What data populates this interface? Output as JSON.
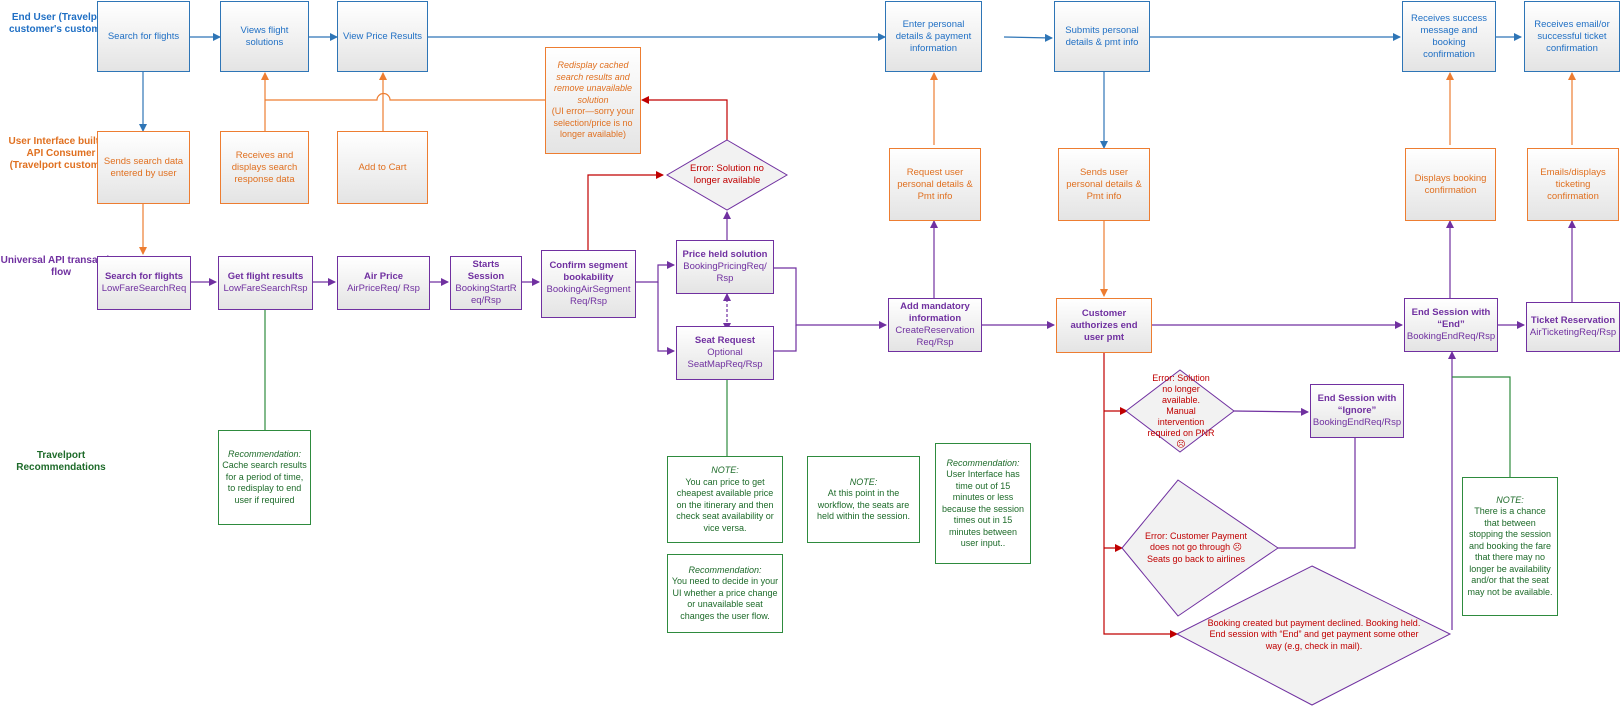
{
  "lanes": {
    "end_user": "End User (Travelport customer's customer)",
    "ui": "User Interface built by API Consumer (Travelport customer)",
    "uapi": "Universal API transaction flow",
    "recs": "Travelport Recommendations"
  },
  "end_user_steps": {
    "search": "Search for flights",
    "views": "Views flight solutions",
    "view_price": "View Price Results",
    "enter": "Enter personal details & payment information",
    "submits": "Submits personal details & pmt info",
    "receives_success": "Receives success message and booking confirmation",
    "receives_email": "Receives email/or successful ticket confirmation"
  },
  "ui_steps": {
    "sends_search": "Sends search data entered by user",
    "receives_displays": "Receives and displays search response data",
    "add_cart": "Add to Cart",
    "redisplay_italic": "Redisplay cached search results and remove unavailable solution",
    "redisplay_normal": "(UI error—sorry your selection/price is no longer available)",
    "request_user": "Request user personal details & Pmt info",
    "sends_user": "Sends user personal details & Pmt info",
    "displays_booking": "Displays booking confirmation",
    "emails_displays": "Emails/displays ticketing confirmation"
  },
  "api_steps": {
    "search_title": "Search for flights",
    "search_sub": "LowFareSearchReq",
    "get_title": "Get flight results",
    "get_sub": "LowFareSearchRsp",
    "air_title": "Air Price",
    "air_sub": "AirPriceReq/ Rsp",
    "start_title": "Starts Session",
    "start_sub": "BookingStartR eq/Rsp",
    "confirm_title": "Confirm segment bookability",
    "confirm_sub": "BookingAirSegment Req/Rsp",
    "held_title": "Price held solution",
    "held_sub": "BookingPricingReq/ Rsp",
    "seat_title": "Seat Request",
    "seat_opt": "Optional",
    "seat_sub": "SeatMapReq/Rsp",
    "add_title": "Add mandatory information",
    "add_sub": "CreateReservation Req/Rsp",
    "cust_title": "Customer authorizes end user pmt",
    "end_title": "End Session with “End”",
    "end_sub": "BookingEndReq/Rsp",
    "ticket_title": "Ticket Reservation",
    "ticket_sub": "AirTicketingReq/Rsp",
    "ignore_title": "End Session with “Ignore”",
    "ignore_sub": "BookingEndReq/Rsp"
  },
  "errors": {
    "no_longer": "Error: Solution no longer available",
    "manual": "Error: Solution no longer available. Manual intervention required on PNR ☹",
    "payment": "Error: Customer Payment does not go through ☹ Seats go back to airlines",
    "declined": "Booking created but payment declined. Booking held. End session with “End” and get payment some other way (e.g, check in mail)."
  },
  "recommendations": {
    "cache_label": "Recommendation:",
    "cache_text": "Cache search results for a period of time, to redisplay to end user if required",
    "note_price_label": "NOTE:",
    "note_price_text": "You can price to get cheapest available price on the itinerary and then check seat availability or vice versa.",
    "decide_label": "Recommendation:",
    "decide_text": "You need to decide in your UI whether a price change or unavailable seat changes the user flow.",
    "note_seats_label": "NOTE:",
    "note_seats_text": "At this point in the workflow, the seats are held within the session.",
    "timeout_label": "Recommendation:",
    "timeout_text": "User Interface has time out of 15 minutes or less because the session times out in 15 minutes between user input..",
    "note_chance_label": "NOTE:",
    "note_chance_text": "There is a chance that between stopping the session and booking the fare that there may no longer be availability and/or that the seat may not be available."
  },
  "colors": {
    "end_user": "#2e75b6",
    "ui": "#ed7d31",
    "uapi": "#7030a0",
    "error": "#c00000",
    "recommendation": "#2e8b3e"
  }
}
